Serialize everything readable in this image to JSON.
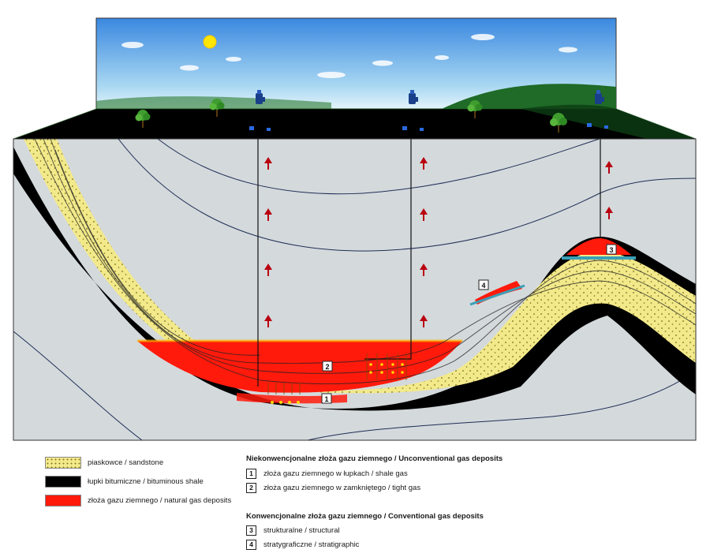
{
  "colors": {
    "sky_top": "#3a88e0",
    "sky_bottom": "#cde8f6",
    "hill": "#1f6b27",
    "ground_surface": "#000000",
    "subsurface": "#d4d9dc",
    "sandstone": "#f2e98a",
    "shale": "#000000",
    "gas": "#ff1a0c",
    "migration_arrow": "#b80010",
    "trap_seal": "#3aa0b8"
  },
  "icons": {
    "sun": "sun-icon",
    "tree": "tree-icon",
    "rig": "drilling-rig-icon",
    "arrow": "arrow-up-icon"
  },
  "diagram": {
    "markers": {
      "shale_gas": "1",
      "tight_gas": "2",
      "structural": "3",
      "stratigraphic": "4"
    }
  },
  "legend": {
    "rock_types": [
      {
        "label": "piaskowce / sandstone"
      },
      {
        "label": "łupki bitumiczne / bituminous shale"
      },
      {
        "label": "złoża gazu ziemnego / natural gas deposits"
      }
    ],
    "unconventional": {
      "heading": "Niekonwencjonalne złoża gazu ziemnego / Unconventional gas deposits",
      "items": [
        {
          "num": "1",
          "label": "złoża gazu ziemnego w łupkach / shale gas"
        },
        {
          "num": "2",
          "label": "złoża gazu ziemnego w zamkniętego / tight gas"
        }
      ]
    },
    "conventional": {
      "heading": "Konwencjonalne złoża gazu ziemnego / Conventional gas deposits",
      "items": [
        {
          "num": "3",
          "label": "strukturalne / structural"
        },
        {
          "num": "4",
          "label": "stratygraficzne / stratigraphic"
        }
      ]
    }
  }
}
